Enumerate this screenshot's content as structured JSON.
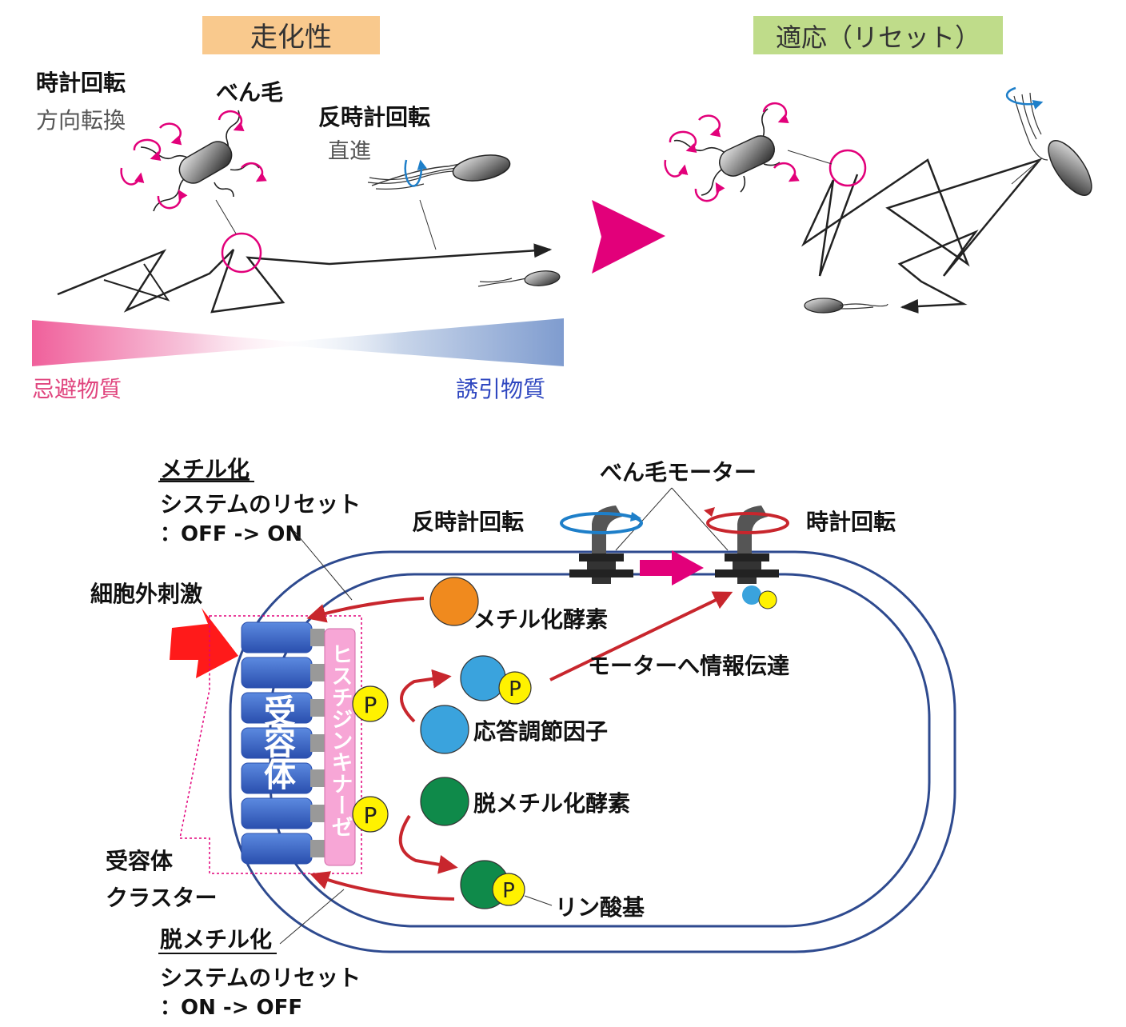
{
  "top": {
    "chemotaxis_title": "走化性",
    "adaptation_title": "適応（リセット）",
    "clockwise": "時計回転",
    "direction_change": "方向転換",
    "flagellum": "べん毛",
    "counterclockwise": "反時計回転",
    "straight": "直進",
    "repellent": "忌避物質",
    "attractant": "誘引物質"
  },
  "bottom": {
    "methylation": "メチル化",
    "system_reset": "システムのリセット",
    "off_to_on": "：OFF -> ON",
    "flagellar_motor": "べん毛モーター",
    "counterclockwise": "反時計回転",
    "clockwise": "時計回転",
    "external_stimulus": "細胞外刺激",
    "methyltransferase": "メチル化酵素",
    "info_transfer": "モーターへ情報伝達",
    "response_regulator": "応答調節因子",
    "demethylase": "脱メチル化酵素",
    "phosphate_group": "リン酸基",
    "receptor": "受容体",
    "histidine_kinase": "ヒスチジンキナーゼ",
    "receptor_cluster_line1": "受容体",
    "receptor_cluster_line2": "クラスター",
    "demethylation": "脱メチル化",
    "system_reset_2": "システムのリセット",
    "on_to_off": "：ON -> OFF",
    "phospho_label": "P"
  },
  "colors": {
    "magenta": "#e2007a",
    "blue_arrow": "#1e7fc9",
    "dark_red": "#c8262d",
    "navy": "#2e4a8f",
    "orange": "#f08a1e",
    "cyan": "#3aa3dd",
    "green": "#0f8a4a",
    "yellow": "#fff200",
    "chemo_bg": "#f9c98d",
    "adapt_bg": "#bfdc8a",
    "repellent_text": "#e0457e",
    "attractant_text": "#2f47c0"
  }
}
